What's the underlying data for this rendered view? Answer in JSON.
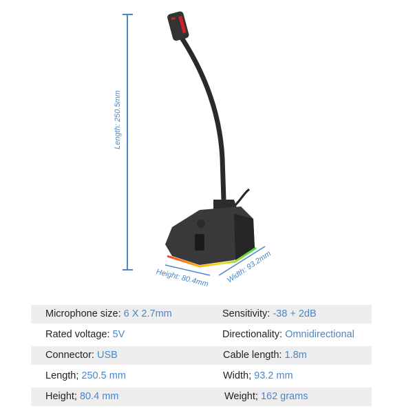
{
  "dimensions": {
    "length": "Length: 250.5mm",
    "height": "Height: 80.4mm",
    "width": "Width: 93.2mm"
  },
  "colors": {
    "accent": "#4a86c8",
    "row_shade": "#eeeeee"
  },
  "specs": [
    {
      "left": {
        "label": "Microphone size: ",
        "value": "6 X 2.7mm"
      },
      "right": {
        "label": "Sensitivity: ",
        "value": "-38 + 2dB"
      }
    },
    {
      "left": {
        "label": "Rated voltage: ",
        "value": "5V"
      },
      "right": {
        "label": "Directionality: ",
        "value": "Omnidirectional"
      }
    },
    {
      "left": {
        "label": "Connector: ",
        "value": "USB"
      },
      "right": {
        "label": "Cable length: ",
        "value": "1.8m"
      }
    },
    {
      "left": {
        "label": "Length; ",
        "value": "250.5 mm"
      },
      "right": {
        "label": "Width; ",
        "value": "93.2 mm"
      }
    },
    {
      "left": {
        "label": "Height; ",
        "value": "80.4 mm"
      },
      "right": {
        "label": "Weight; ",
        "value": "162 grams"
      }
    }
  ]
}
